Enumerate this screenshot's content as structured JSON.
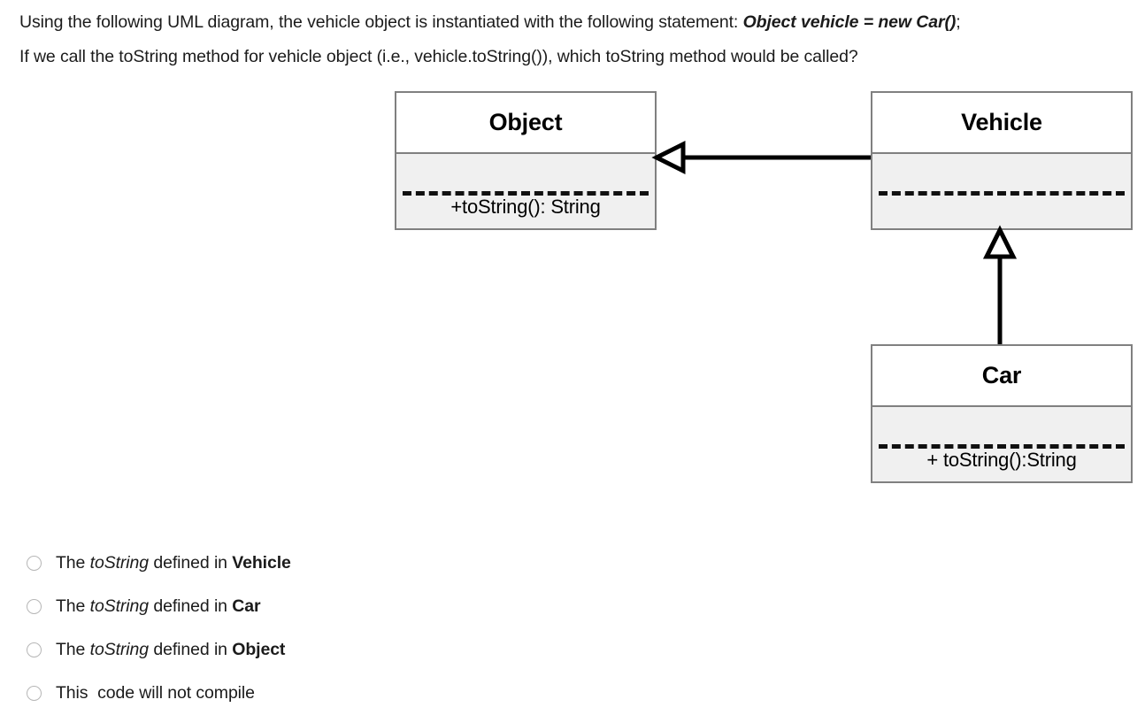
{
  "question": {
    "line1_prefix": "Using the following UML diagram, the vehicle object is instantiated with the following statement: ",
    "line1_code": "Object vehicle = new Car()",
    "line1_suffix": ";",
    "line2": "If we call the toString method for vehicle object  (i.e., vehicle.toString()), which toString method would be called?"
  },
  "diagram": {
    "type": "uml-class-diagram",
    "classes": [
      {
        "id": "object",
        "name": "Object",
        "members": [
          "+toString(): String"
        ]
      },
      {
        "id": "vehicle",
        "name": "Vehicle",
        "members": []
      },
      {
        "id": "car",
        "name": "Car",
        "members": [
          "+ toString():String"
        ]
      }
    ],
    "relationships": [
      {
        "from": "vehicle",
        "to": "object",
        "kind": "generalization",
        "arrow": "hollow-triangle-left"
      },
      {
        "from": "car",
        "to": "vehicle",
        "kind": "generalization",
        "arrow": "hollow-triangle-up"
      }
    ],
    "colors": {
      "border": "#808080",
      "header_fill": "#ffffff",
      "body_fill": "#f0f0f0",
      "line": "#000000",
      "text": "#000000"
    }
  },
  "options": [
    {
      "prefix": "The ",
      "italic": "toString",
      "mid": " defined in ",
      "bold": "Vehicle",
      "plain": ""
    },
    {
      "prefix": "The ",
      "italic": "toString",
      "mid": " defined in ",
      "bold": "Car",
      "plain": ""
    },
    {
      "prefix": "The ",
      "italic": "toString",
      "mid": " defined in ",
      "bold": "Object",
      "plain": ""
    },
    {
      "prefix": "",
      "italic": "",
      "mid": "",
      "bold": "",
      "plain": "This  code will not compile"
    }
  ]
}
